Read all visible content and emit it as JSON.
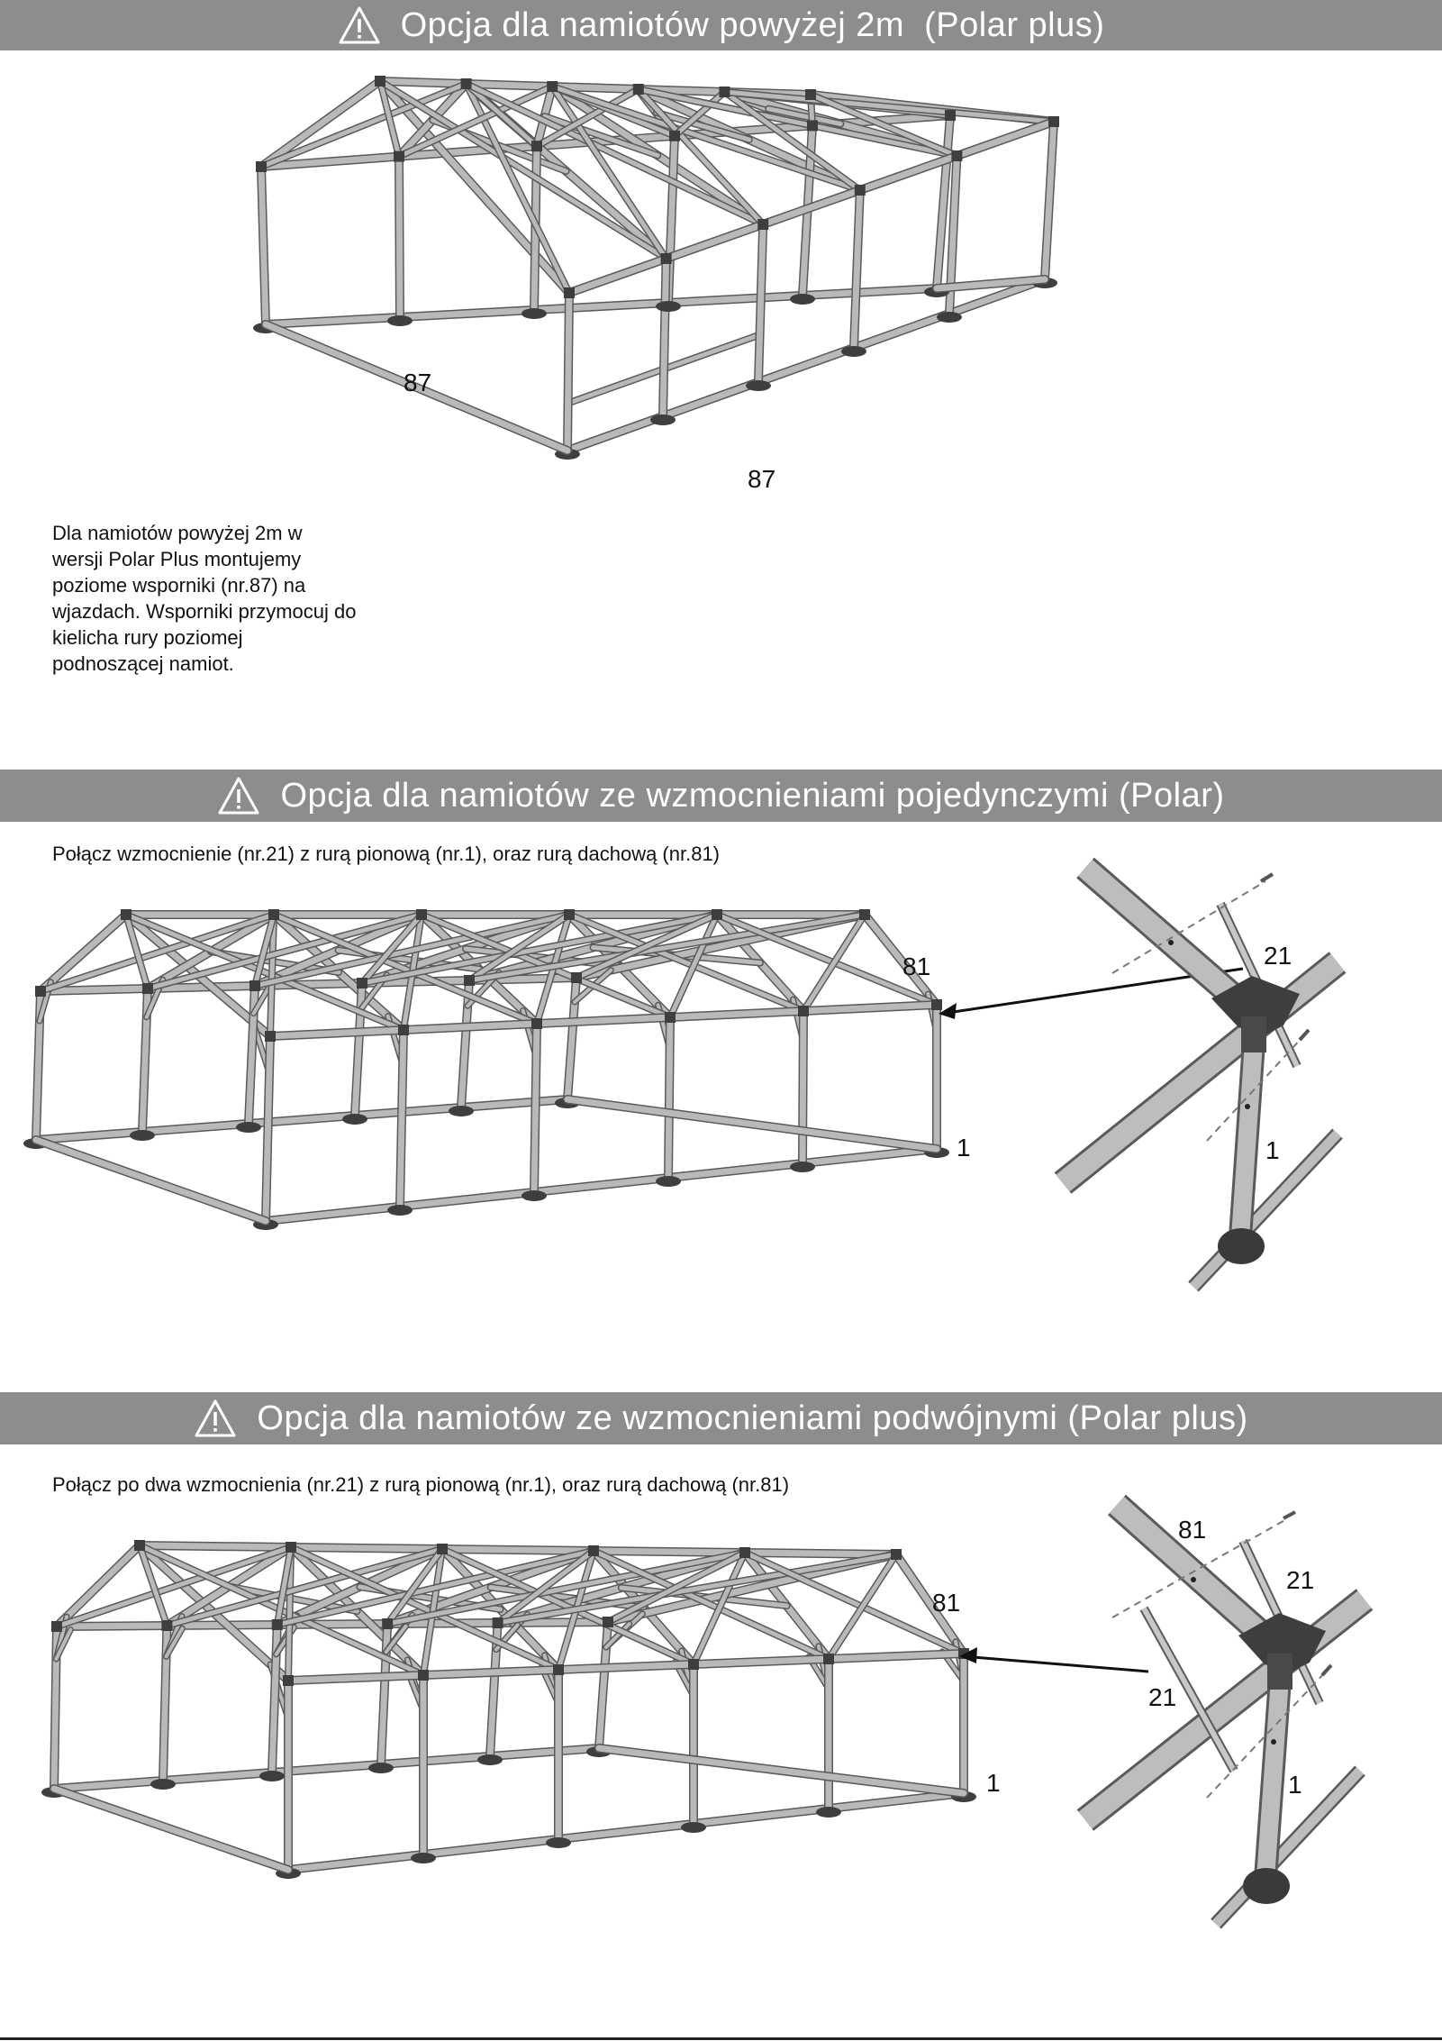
{
  "sections": [
    {
      "title": "Opcja dla namiotów powyżej 2m  (Polar plus)"
    },
    {
      "title": "Opcja dla namiotów ze wzmocnieniami pojedynczymi (Polar)",
      "instruction": "Połącz wzmocnienie (nr.21) z rurą pionową (nr.1), oraz rurą dachową (nr.81)"
    },
    {
      "title": "Opcja dla namiotów ze wzmocnieniami podwójnymi (Polar plus)",
      "instruction": "Połącz po dwa wzmocnienia (nr.21) z rurą pionową (nr.1), oraz rurą dachową (nr.81)"
    }
  ],
  "note_lines": [
    "Dla namiotów powyżej 2m w",
    "wersji Polar Plus montujemy",
    "poziome wsporniki (nr.87) na",
    "wjazdach. Wsporniki przymocuj do",
    "kielicha rury poziomej",
    "podnoszącej namiot."
  ],
  "part_labels": {
    "support": "87",
    "roof_pipe": "81",
    "brace": "21",
    "vertical_pipe": "1"
  },
  "colors": {
    "banner_bg": "#8d8d8d",
    "banner_text": "#ffffff",
    "frame_pipe": "#b9b9b9",
    "frame_outline": "#5a5a5a",
    "joint": "#3e3e3e"
  },
  "icons": [
    "warning-triangle-icon"
  ]
}
